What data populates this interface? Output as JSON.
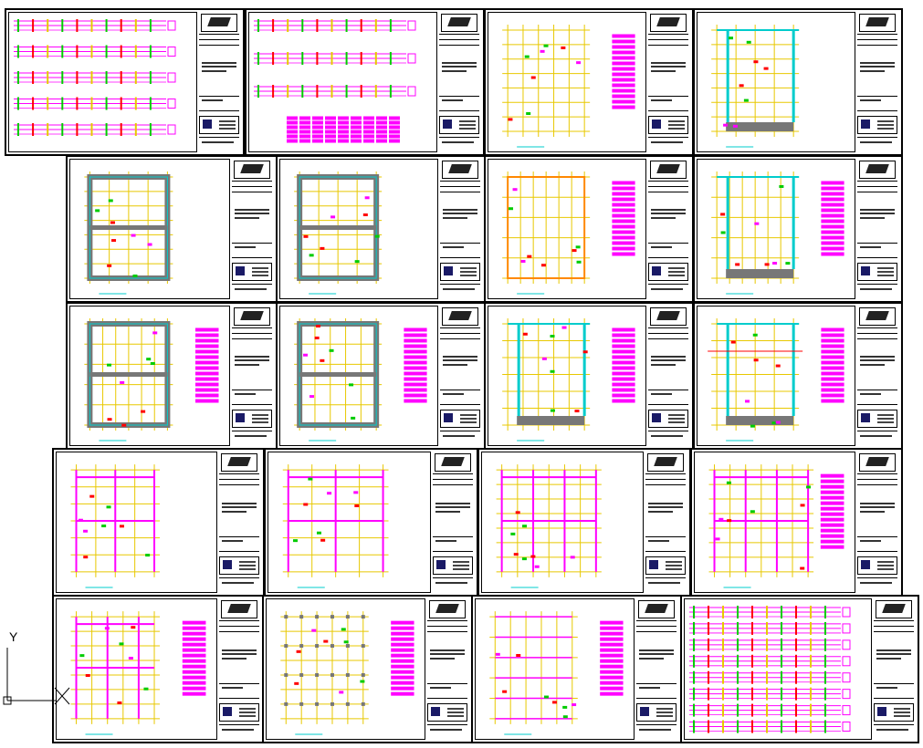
{
  "app": {
    "title": ""
  },
  "colors": {
    "background": "#ffffff",
    "frame": "#000000",
    "cyan": "#00cccc",
    "magenta": "#ff00ff",
    "yellow": "#e8c800",
    "green": "#00cc00",
    "red": "#ff0000",
    "orange": "#ff8800",
    "gray": "#777777"
  },
  "ucs": {
    "y_axis_label": "Y"
  },
  "sheets": [
    {
      "style": "pipes"
    },
    {
      "style": "pipes-table"
    },
    {
      "style": "grid-plan"
    },
    {
      "style": "section-cyan"
    },
    {
      "style": "slab-plan"
    },
    {
      "style": "slab-plan-2"
    },
    {
      "style": "grid-orange"
    },
    {
      "style": "section-wall"
    },
    {
      "style": "slab-details"
    },
    {
      "style": "slab-details-2"
    },
    {
      "style": "section-cyan-2"
    },
    {
      "style": "section-wide"
    },
    {
      "style": "beam-plan"
    },
    {
      "style": "frame-magenta"
    },
    {
      "style": "frame-magenta-2"
    },
    {
      "style": "frame-magenta-3"
    },
    {
      "style": "rebar-plan"
    },
    {
      "style": "column-plan"
    },
    {
      "style": "grid-magenta"
    },
    {
      "style": "pipes-wide"
    }
  ]
}
